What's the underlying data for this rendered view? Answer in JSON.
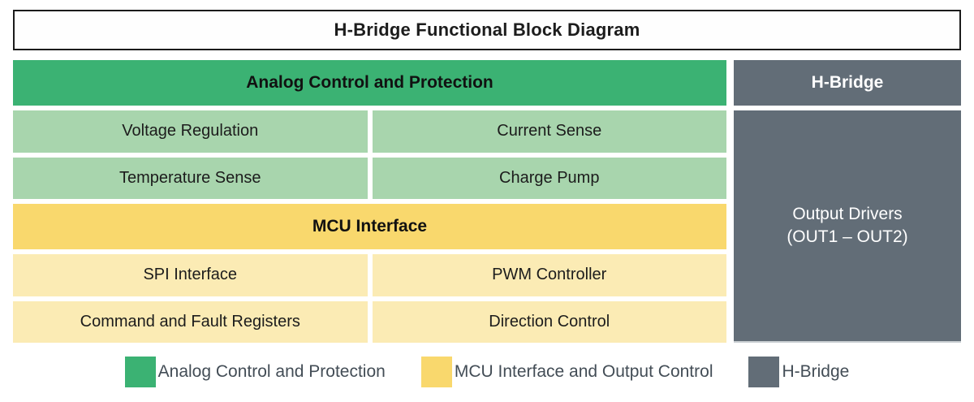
{
  "title": "H-Bridge Functional Block Diagram",
  "colors": {
    "green": "#3bb273",
    "light_green": "#a8d5ad",
    "yellow": "#f9d86d",
    "light_yellow": "#fbebb4",
    "gray": "#626d77",
    "title_border": "#1b1b1b",
    "legend_text": "#434d56"
  },
  "left": {
    "analog_header": "Analog Control and Protection",
    "analog_cells": [
      "Voltage Regulation",
      "Current Sense",
      "Temperature Sense",
      "Charge Pump"
    ],
    "mcu_header": "MCU Interface",
    "mcu_cells": [
      "SPI Interface",
      "PWM Controller",
      "Command and Fault Registers",
      "Direction Control"
    ]
  },
  "right": {
    "header": "H-Bridge",
    "block_line1": "Output Drivers",
    "block_line2": "(OUT1 – OUT2)"
  },
  "legend": {
    "items": [
      {
        "label": "Analog Control and Protection",
        "color": "#3bb273"
      },
      {
        "label": "MCU Interface and Output Control",
        "color": "#f9d86d"
      },
      {
        "label": "H-Bridge",
        "color": "#626d77"
      }
    ]
  }
}
